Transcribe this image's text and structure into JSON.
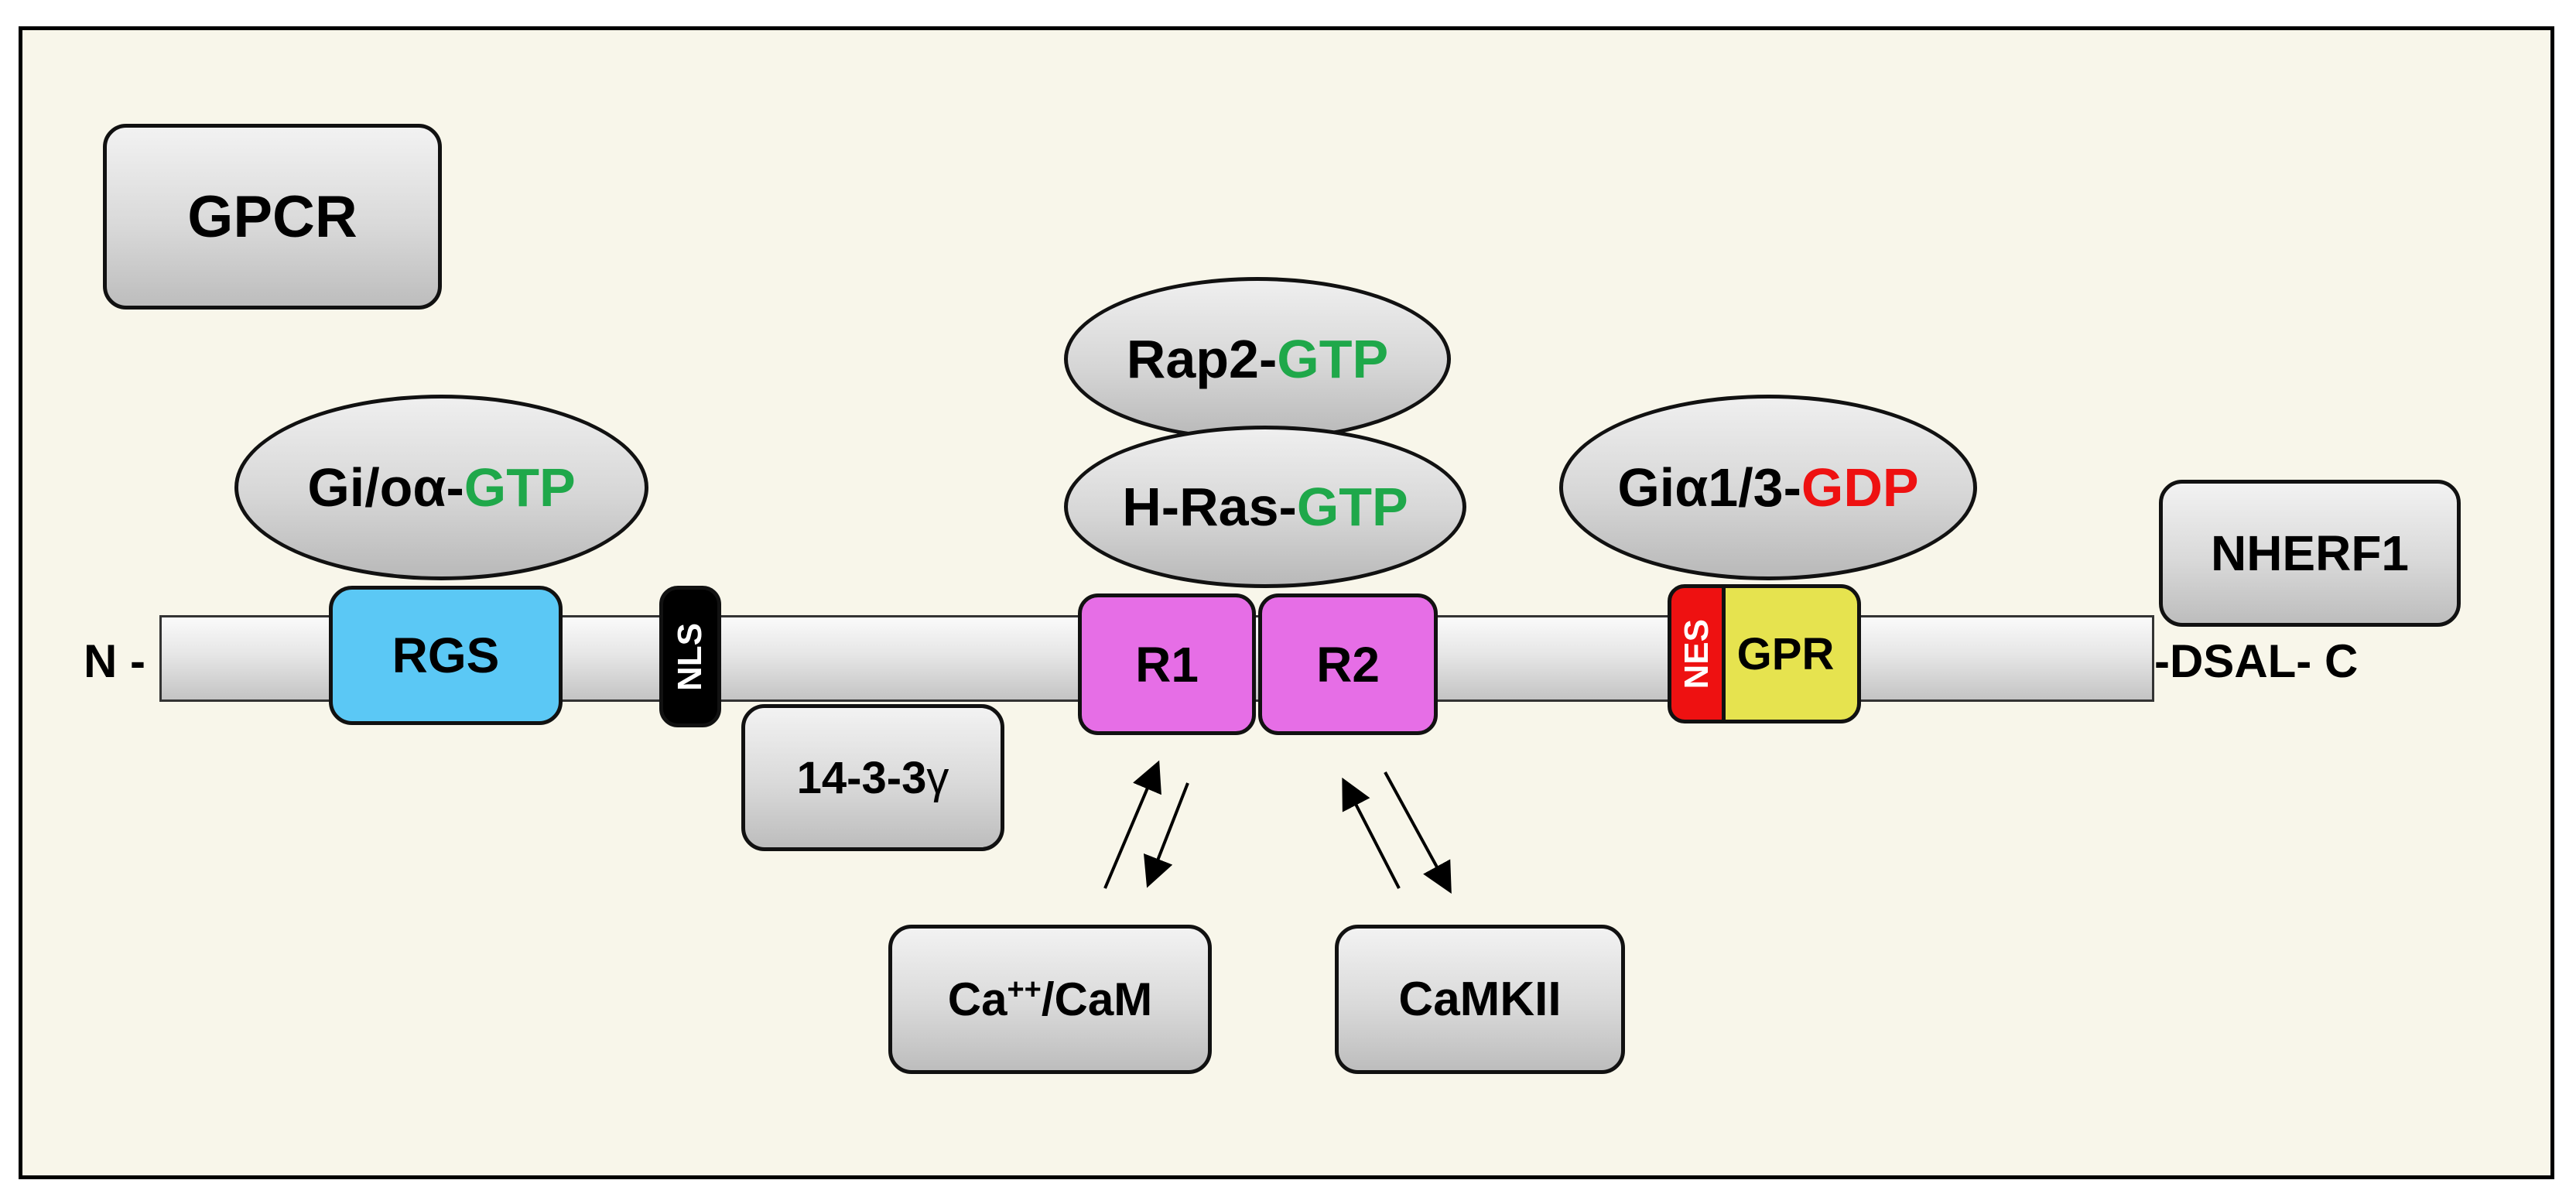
{
  "labels": {
    "gpcr": "GPCR",
    "gi_o_alpha_prefix": "Gi/oα-",
    "gi_o_alpha_gtp": "GTP",
    "rap2_prefix": "Rap2-",
    "rap2_gtp": "GTP",
    "hras_prefix": "H-Ras-",
    "hras_gtp": "GTP",
    "gialpha13_prefix": "Giα1/3-",
    "gialpha13_gdp": "GDP",
    "nherf1": "NHERF1",
    "n_terminus": "N -",
    "c_terminus": "-DSAL- C",
    "rgs": "RGS",
    "nls": "NLS",
    "r1": "R1",
    "r2": "R2",
    "nes": "NES",
    "gpr": "GPR",
    "protein_14_3_3_prefix": "14-3-3",
    "protein_14_3_3_suffix": "γ",
    "ca_prefix": "Ca",
    "ca_superscript": "++",
    "ca_suffix": "/CaM",
    "camkii": "CaMKII"
  },
  "colors": {
    "background": "#f8f6ea",
    "rgs_domain": "#5bc8f5",
    "r_domains": "#e66ee6",
    "nes_domain": "#ee1111",
    "gpr_domain": "#e6e34f",
    "nls_domain": "#000000",
    "gtp_text": "#1fa84a",
    "gdp_text": "#ee1111"
  }
}
